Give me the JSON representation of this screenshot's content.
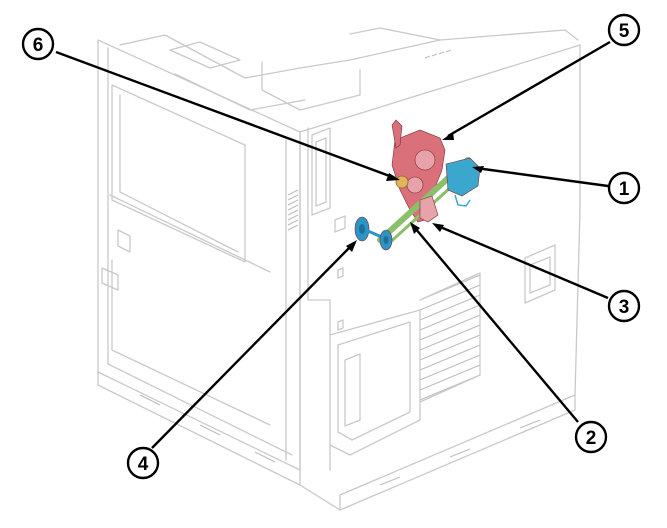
{
  "callouts": [
    {
      "id": "1",
      "label": "1"
    },
    {
      "id": "2",
      "label": "2"
    },
    {
      "id": "3",
      "label": "3"
    },
    {
      "id": "4",
      "label": "4"
    },
    {
      "id": "5",
      "label": "5"
    },
    {
      "id": "6",
      "label": "6"
    }
  ],
  "colors": {
    "outline": "#c9c9c9",
    "drive_assembly": "#d9707a",
    "gear": "#e8a2aa",
    "belt": "#8bbf6a",
    "motor": "#3ba7cf",
    "pulley": "#2b95c7",
    "callout_stroke": "#000000"
  }
}
